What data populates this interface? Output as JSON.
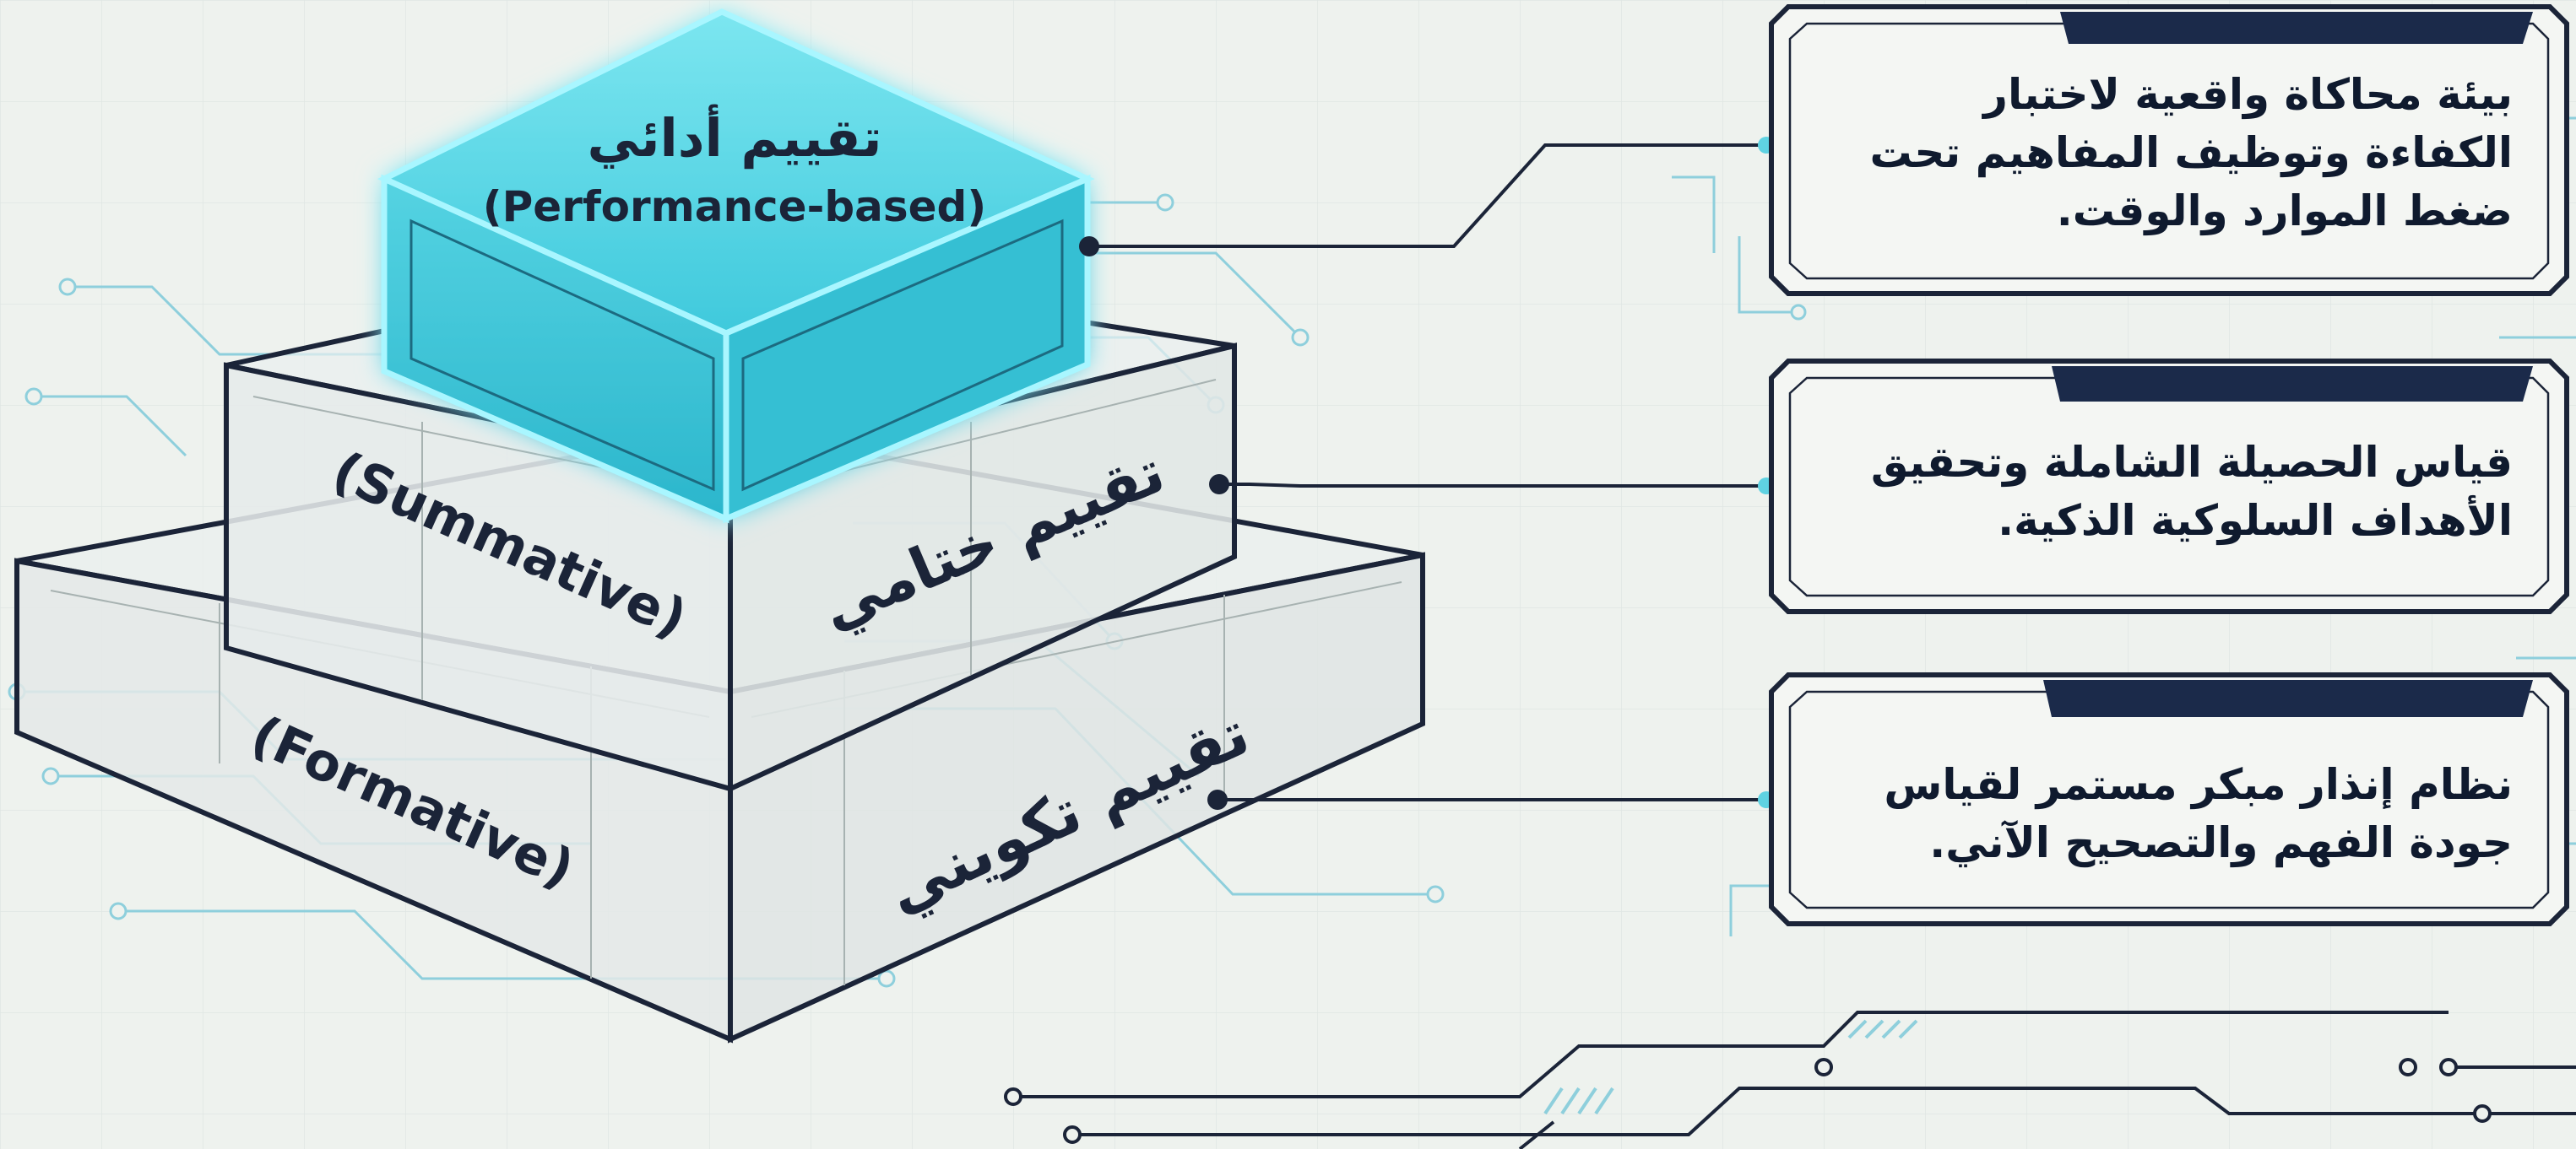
{
  "layers": {
    "top": {
      "title_ar": "تقييم أدائي",
      "title_en": "(Performance-based)"
    },
    "middle": {
      "title_ar": "تقييم ختامي",
      "title_en": "(Summative)"
    },
    "bottom": {
      "title_ar": "تقييم تكويني",
      "title_en": "(Formative)"
    }
  },
  "callouts": {
    "performance": {
      "lines": [
        "بيئة محاكاة واقعية لاختبار",
        "الكفاءة وتوظيف المفاهيم تحت",
        "ضغط الموارد والوقت."
      ]
    },
    "summative": {
      "lines": [
        "قياس الحصيلة الشاملة وتحقيق",
        "الأهداف السلوكية الذكية."
      ]
    },
    "formative": {
      "lines": [
        "نظام إنذار مبكر مستمر لقياس",
        "جودة الفهم والتصحيح الآني."
      ]
    }
  },
  "colors": {
    "background": "#eef2ee",
    "outline": "#1b2438",
    "glow": "#3fd4e4",
    "circuit": "#8ecfdc",
    "header_bar": "#1b2a4a"
  }
}
